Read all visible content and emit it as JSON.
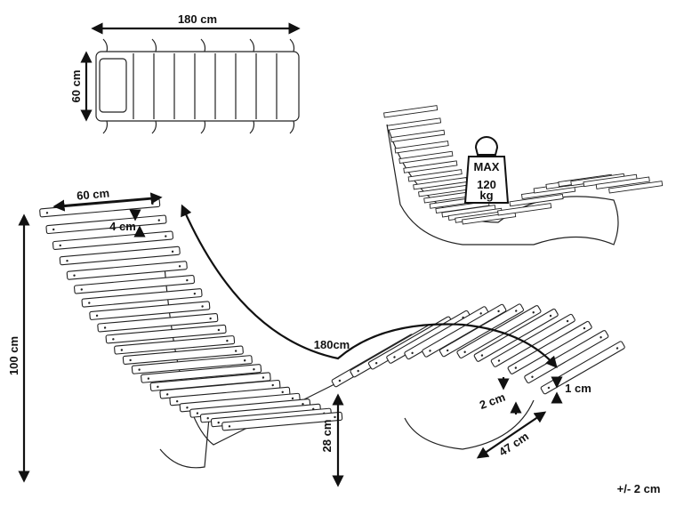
{
  "dimensions": {
    "top_length": "180 cm",
    "top_width": "60 cm",
    "slat_width": "60 cm",
    "slat_depth": "4 cm",
    "height": "100 cm",
    "curve_length": "180cm",
    "seat_height": "28 cm",
    "slat_gap": "2 cm",
    "slat_thickness": "1 cm",
    "base_width": "47 cm",
    "tolerance": "+/- 2 cm"
  },
  "max_load": {
    "line1": "MAX",
    "line2": "120",
    "line3": "kg"
  },
  "colors": {
    "line": "#222222",
    "background": "#ffffff"
  }
}
